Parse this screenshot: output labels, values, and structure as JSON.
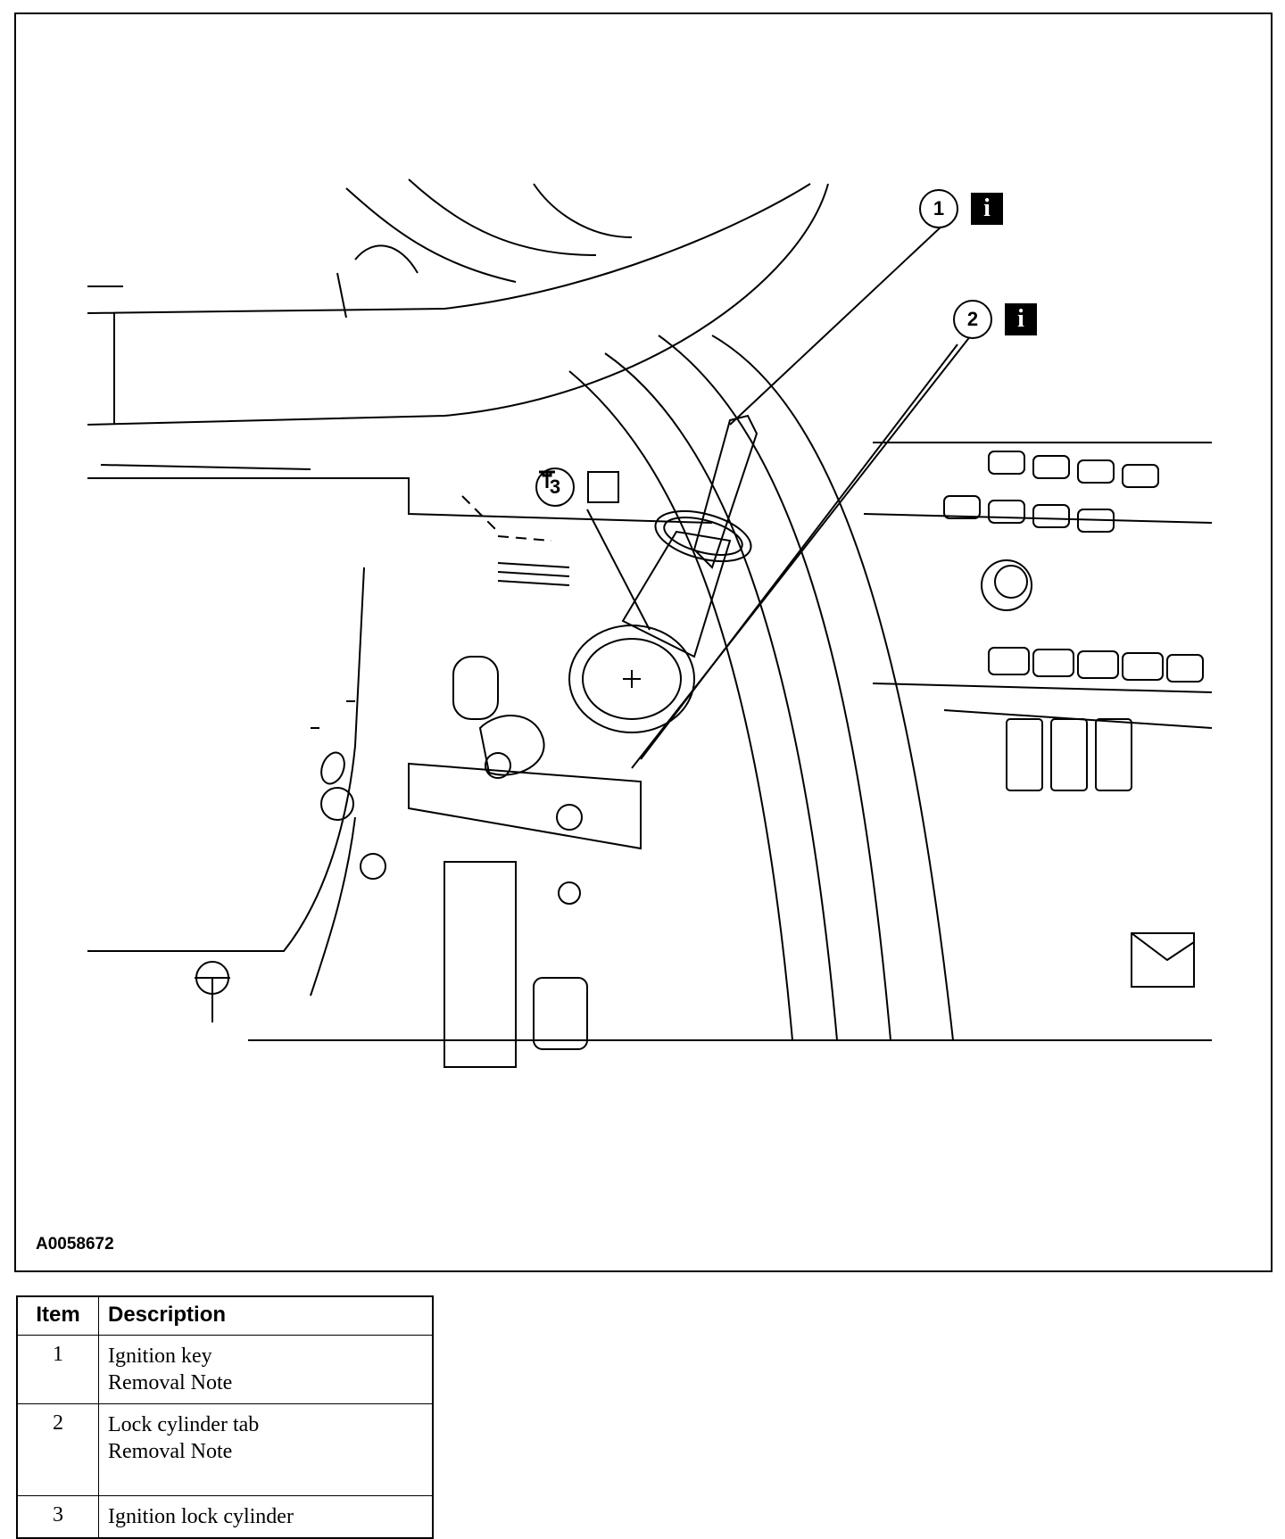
{
  "figure": {
    "id": "A0058672",
    "callouts": [
      {
        "number": "1",
        "icon": "info-icon",
        "icon_glyph": "i"
      },
      {
        "number": "2",
        "icon": "info-icon",
        "icon_glyph": "i"
      },
      {
        "number": "3",
        "icon": "special-tool-icon"
      }
    ]
  },
  "legend": {
    "headers": {
      "item": "Item",
      "description": "Description"
    },
    "rows": [
      {
        "item": "1",
        "lines": [
          "Ignition key",
          "Removal Note"
        ]
      },
      {
        "item": "2",
        "lines": [
          "Lock cylinder tab",
          "Removal Note"
        ]
      },
      {
        "item": "3",
        "lines": [
          "Ignition lock cylinder"
        ]
      }
    ]
  }
}
